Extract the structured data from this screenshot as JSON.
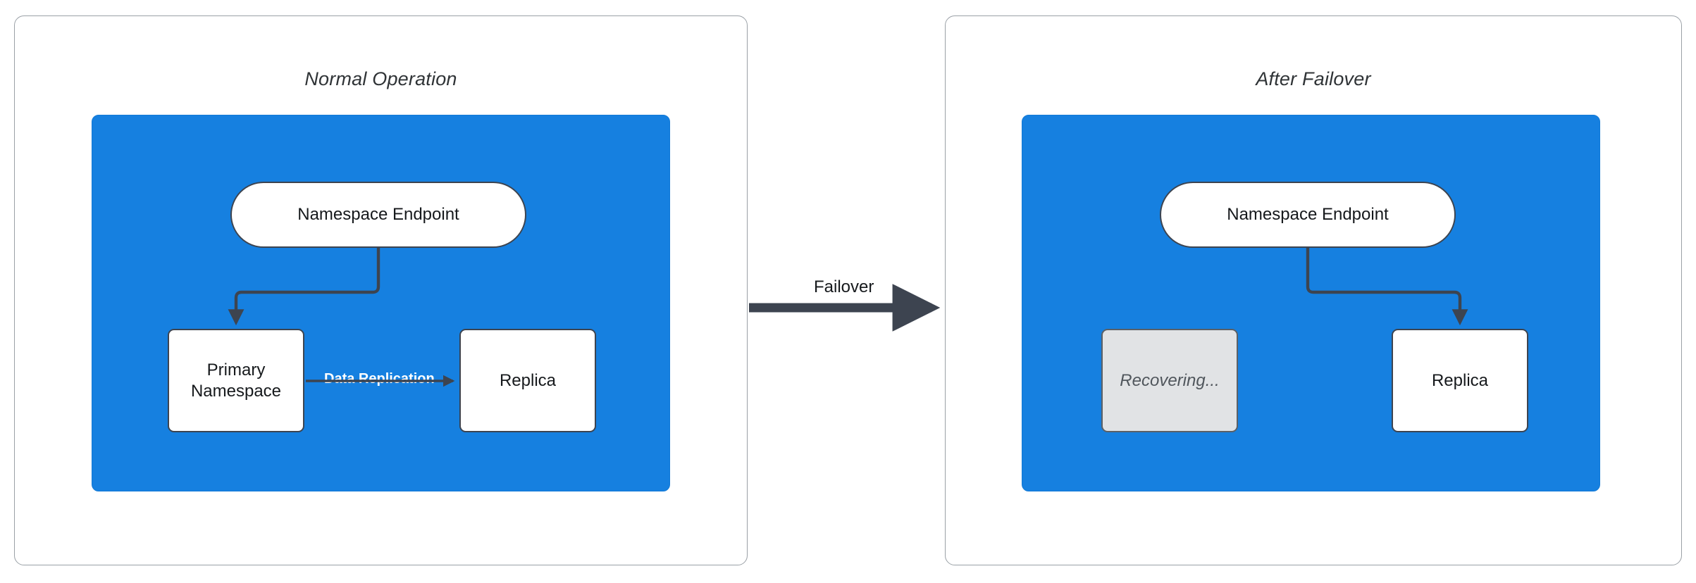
{
  "diagram": {
    "title_left": "Normal Operation",
    "title_right": "After Failover",
    "accent_blue": "#1680e0",
    "stroke_dark": "#3d4450",
    "muted_fill": "#e1e3e5",
    "panel_border": "#9aa0a6"
  },
  "left_panel": {
    "title": "Normal Operation",
    "nodes": {
      "endpoint": "Namespace Endpoint",
      "primary": "Primary\nNamespace",
      "primary_line1": "Primary",
      "primary_line2": "Namespace",
      "replica": "Replica"
    },
    "edges": {
      "endpoint_to_primary": "",
      "data_replication": "Data Replication"
    }
  },
  "right_panel": {
    "title": "After Failover",
    "nodes": {
      "endpoint": "Namespace Endpoint",
      "recovering": "Recovering...",
      "replica": "Replica"
    },
    "edges": {
      "endpoint_to_replica": ""
    }
  },
  "transition": {
    "label": "Failover"
  }
}
